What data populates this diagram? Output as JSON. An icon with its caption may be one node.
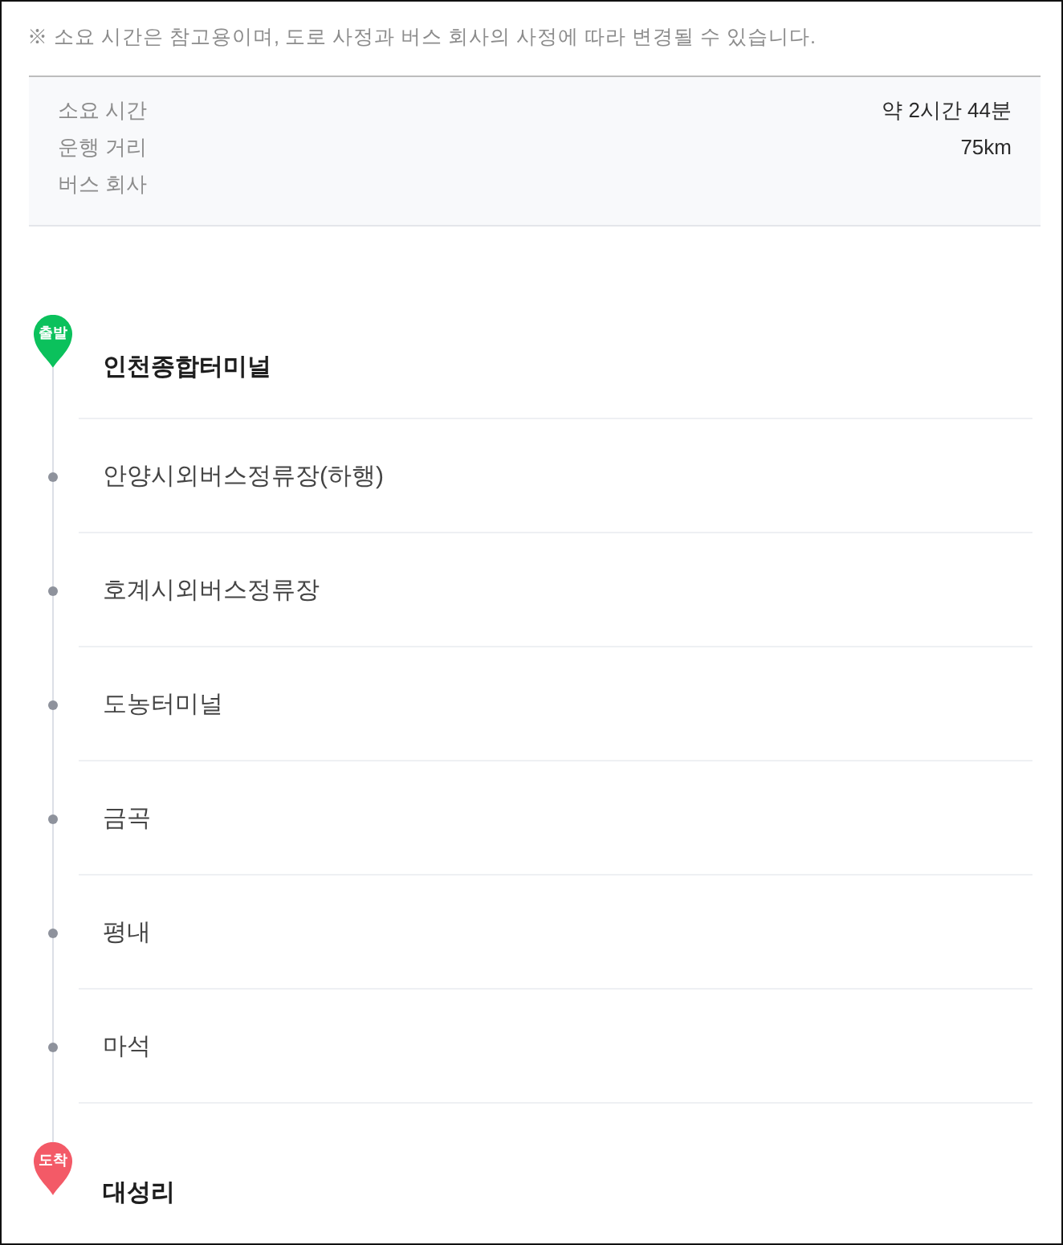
{
  "diagram": {
    "nodes": [
      {
        "text": [
          "소요 시간",
          "약 2시간 44분",
          "운행 거리",
          "75km",
          "버스 회사"
        ]
      },
      {
        "text": [
          "출발"
        ],
        "beside": [
          "인천종합터미널"
        ]
      },
      {
        "text": [],
        "shape": "circle",
        "beside": [
          "안양시외버스정류장(하행)"
        ]
      },
      {
        "text": [],
        "shape": "circle",
        "beside": [
          "호계시외버스정류장"
        ]
      },
      {
        "text": [],
        "shape": "circle",
        "beside": [
          "도농터미널"
        ]
      },
      {
        "text": [],
        "shape": "circle",
        "beside": [
          "금곡"
        ]
      },
      {
        "text": [],
        "shape": "circle",
        "beside": [
          "평내"
        ]
      },
      {
        "text": [],
        "shape": "circle",
        "beside": [
          "마석"
        ]
      },
      {
        "text": [
          "도착"
        ],
        "beside": [
          "대성리"
        ]
      }
    ],
    "edges": [
      {
        "from": 1,
        "to": 2,
        "arrow": "none"
      },
      {
        "from": 2,
        "to": 3,
        "arrow": "none"
      },
      {
        "from": 3,
        "to": 4,
        "arrow": "none"
      },
      {
        "from": 4,
        "to": 5,
        "arrow": "none"
      },
      {
        "from": 5,
        "to": 6,
        "arrow": "none"
      },
      {
        "from": 6,
        "to": 7,
        "arrow": "none"
      },
      {
        "from": 7,
        "to": 8,
        "arrow": "none"
      }
    ],
    "labels": [
      "※ 소요 시간은 참고용이며, 도로 사정과 버스 회사의 사정에 따라 변경될 수 있습니다."
    ]
  }
}
